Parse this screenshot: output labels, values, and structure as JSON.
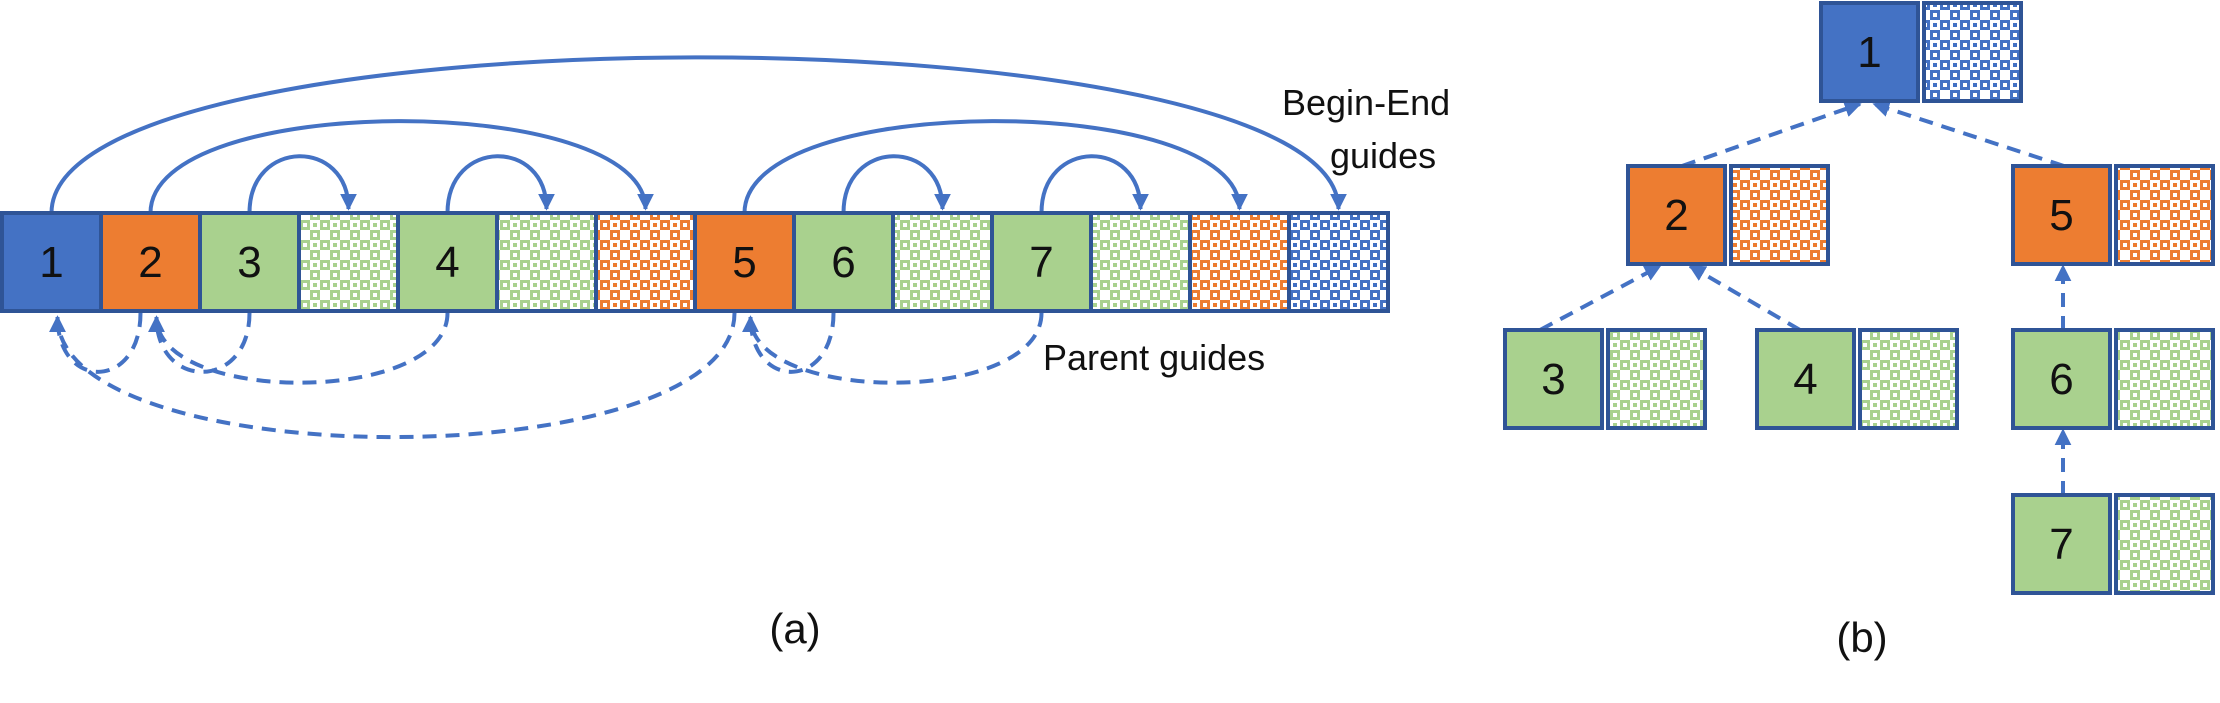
{
  "colors": {
    "blue": "#4472c4",
    "orange": "#ed7d31",
    "green": "#a9d18e",
    "border": "#2f5496",
    "arrow": "#4472c4"
  },
  "panel_a": {
    "cells": [
      {
        "label": "1",
        "color": "blue",
        "pattern": false
      },
      {
        "label": "2",
        "color": "orange",
        "pattern": false
      },
      {
        "label": "3",
        "color": "green",
        "pattern": false
      },
      {
        "label": "",
        "color": "green",
        "pattern": true
      },
      {
        "label": "4",
        "color": "green",
        "pattern": false
      },
      {
        "label": "",
        "color": "green",
        "pattern": true
      },
      {
        "label": "",
        "color": "orange",
        "pattern": true
      },
      {
        "label": "5",
        "color": "orange",
        "pattern": false
      },
      {
        "label": "6",
        "color": "green",
        "pattern": false
      },
      {
        "label": "",
        "color": "green",
        "pattern": true
      },
      {
        "label": "7",
        "color": "green",
        "pattern": false
      },
      {
        "label": "",
        "color": "green",
        "pattern": true
      },
      {
        "label": "",
        "color": "orange",
        "pattern": true
      },
      {
        "label": "",
        "color": "blue",
        "pattern": true
      }
    ],
    "begin_end_guides": [
      [
        0,
        13
      ],
      [
        1,
        6
      ],
      [
        2,
        3
      ],
      [
        4,
        5
      ],
      [
        7,
        12
      ],
      [
        8,
        9
      ],
      [
        10,
        11
      ]
    ],
    "parent_guides": [
      [
        1,
        0
      ],
      [
        2,
        1
      ],
      [
        4,
        1
      ],
      [
        7,
        0
      ],
      [
        8,
        7
      ],
      [
        10,
        7
      ]
    ],
    "begin_end_label_line1": "Begin-End",
    "begin_end_label_line2": "guides",
    "parent_label": "Parent guides",
    "caption": "(a)"
  },
  "panel_b": {
    "nodes": [
      {
        "label": "1",
        "color": "blue"
      },
      {
        "label": "2",
        "color": "orange"
      },
      {
        "label": "5",
        "color": "orange"
      },
      {
        "label": "3",
        "color": "green"
      },
      {
        "label": "4",
        "color": "green"
      },
      {
        "label": "6",
        "color": "green"
      },
      {
        "label": "7",
        "color": "green"
      }
    ],
    "edges": [
      [
        "2",
        "1"
      ],
      [
        "5",
        "1"
      ],
      [
        "3",
        "2"
      ],
      [
        "4",
        "2"
      ],
      [
        "6",
        "5"
      ],
      [
        "7",
        "6"
      ]
    ],
    "caption": "(b)"
  }
}
